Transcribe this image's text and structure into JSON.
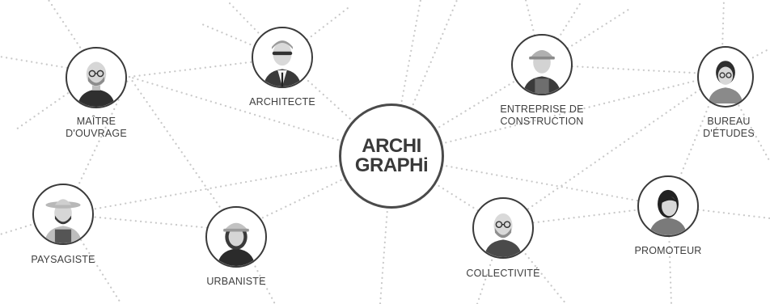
{
  "logo": {
    "line1": "ARCHI",
    "line2": "GRAPHi"
  },
  "nodes": {
    "maitre": {
      "label1": "MAÎTRE",
      "label2": "D'OUVRAGE"
    },
    "architecte": {
      "label1": "ARCHITECTE"
    },
    "entreprise": {
      "label1": "ENTREPRISE DE",
      "label2": "CONSTRUCTION"
    },
    "bureau": {
      "label1": "BUREAU",
      "label2": "D'ÉTUDES"
    },
    "paysagiste": {
      "label1": "PAYSAGISTE"
    },
    "urbaniste": {
      "label1": "URBANISTE"
    },
    "collectivite": {
      "label1": "COLLECTIVITÉ"
    },
    "promoteur": {
      "label1": "PROMOTEUR"
    }
  },
  "colors": {
    "stroke": "#3a3a3a",
    "dots": "#c9c9c9",
    "text": "#3e3e3e"
  }
}
